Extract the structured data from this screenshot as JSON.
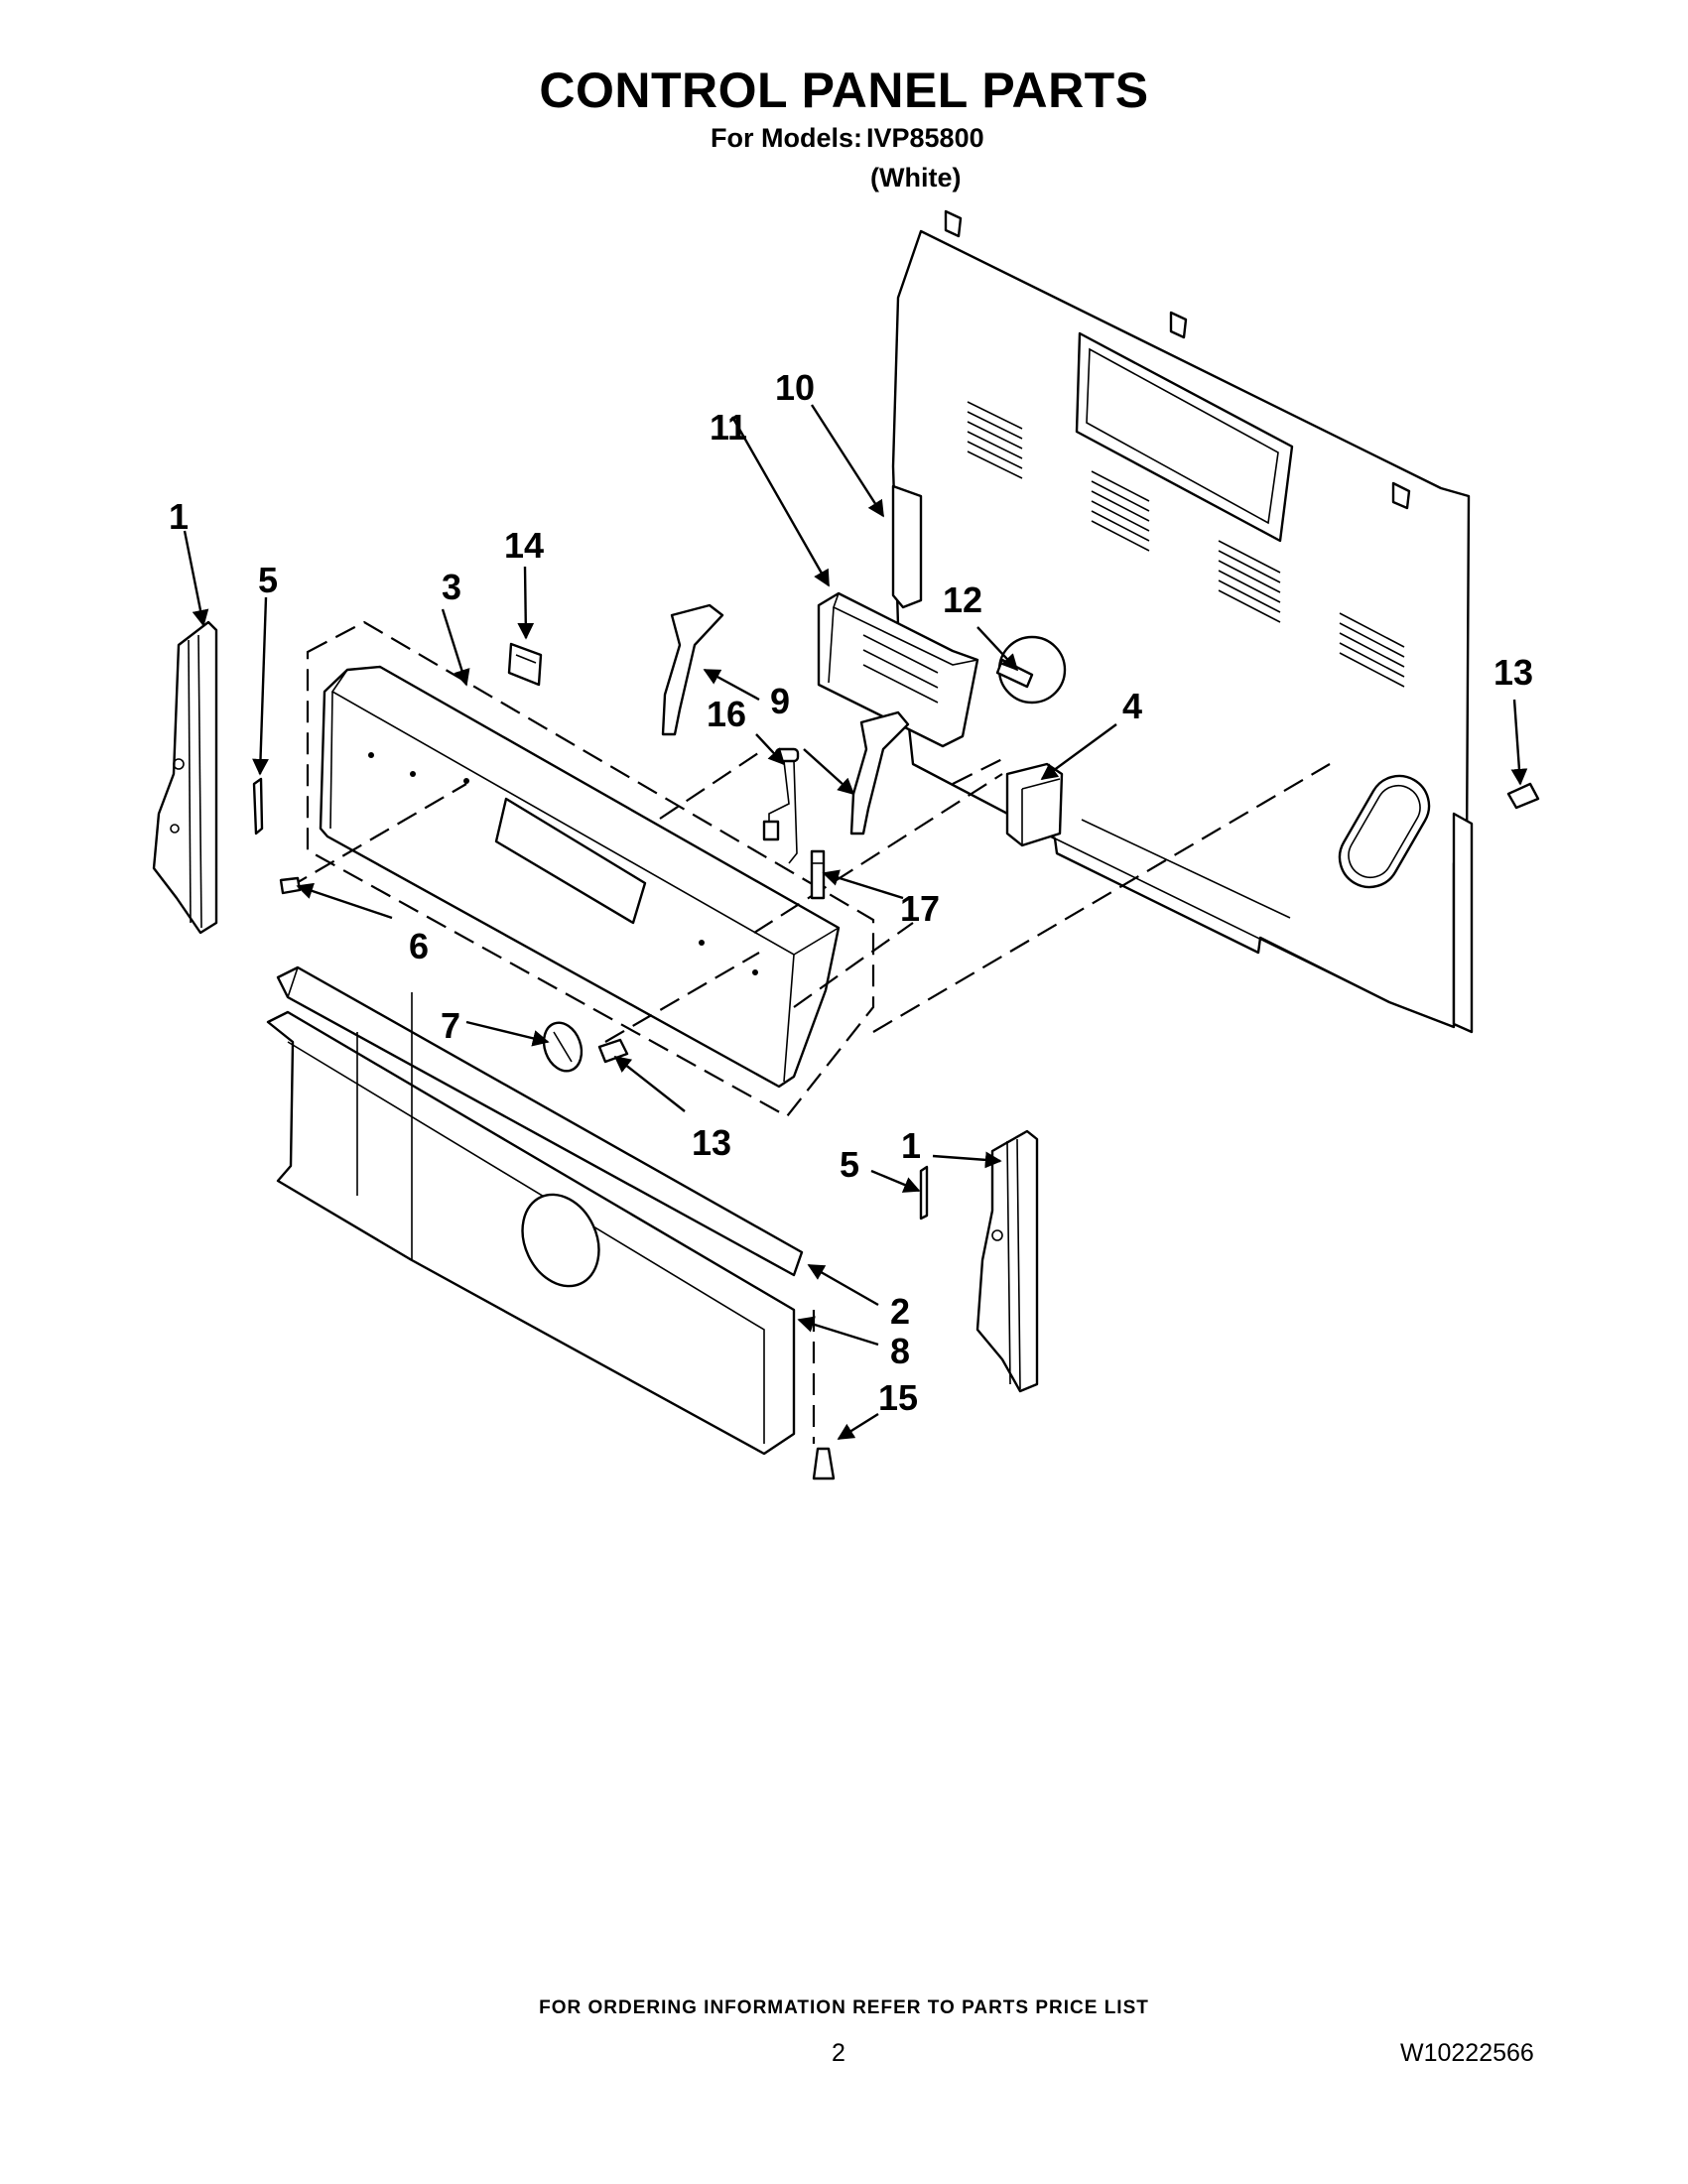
{
  "header": {
    "title": "CONTROL PANEL PARTS",
    "models_label": "For Models:",
    "model_number": "IVP85800",
    "color": "(White)"
  },
  "callouts": {
    "c1_left": "1",
    "c5_left": "5",
    "c3": "3",
    "c14": "14",
    "c11": "11",
    "c10": "10",
    "c12": "12",
    "c13_right": "13",
    "c16": "16",
    "c9": "9",
    "c4": "4",
    "c6": "6",
    "c17": "17",
    "c7": "7",
    "c13_bottom": "13",
    "c1_right": "1",
    "c5_right": "5",
    "c2": "2",
    "c8": "8",
    "c15": "15"
  },
  "footer": {
    "ordering_note": "FOR ORDERING INFORMATION REFER TO PARTS PRICE LIST",
    "page_number": "2",
    "document_number": "W10222566"
  }
}
